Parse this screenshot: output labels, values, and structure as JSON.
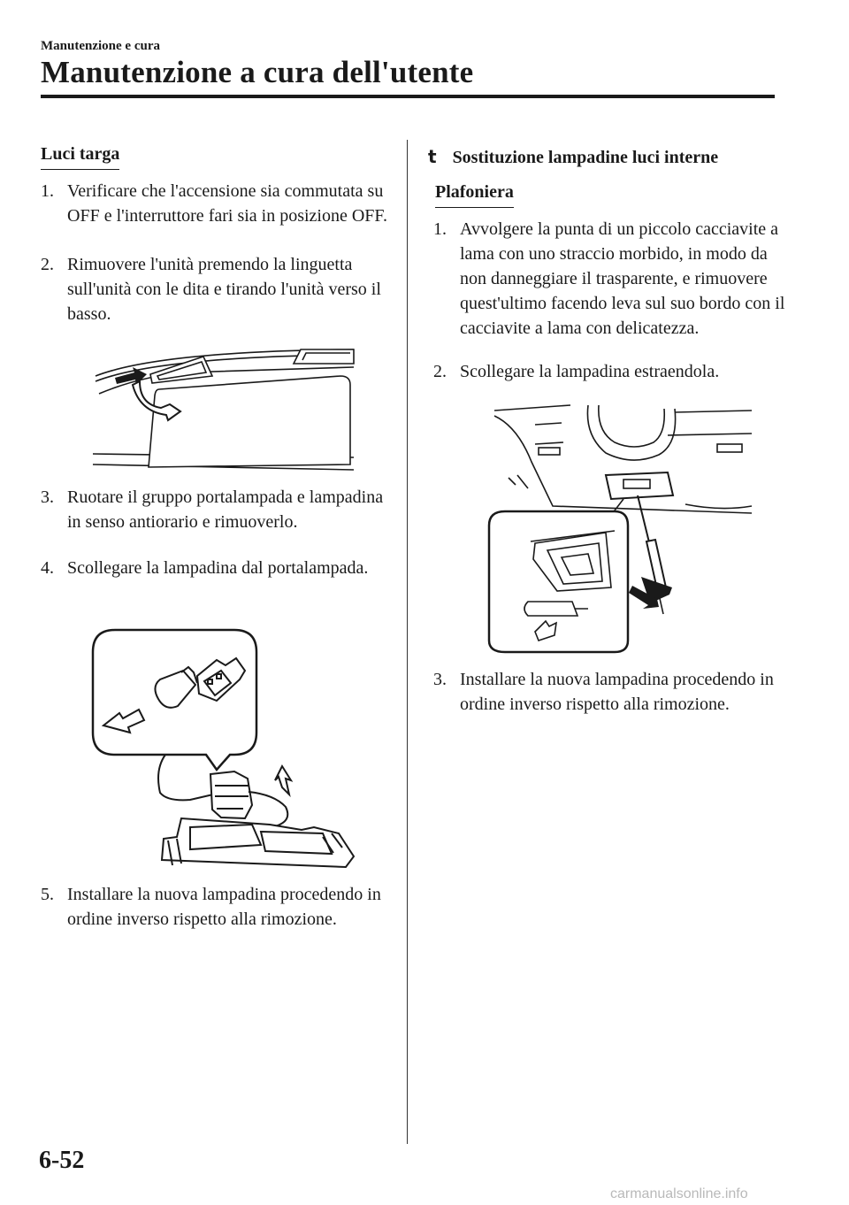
{
  "header": {
    "section": "Manutenzione e cura",
    "title": "Manutenzione a cura dell'utente"
  },
  "left": {
    "title": "Luci targa",
    "steps": [
      {
        "num": "1.",
        "text": "Verificare che l'accensione sia commutata su OFF e l'interruttore fari sia in posizione OFF."
      },
      {
        "num": "2.",
        "text": "Rimuovere l'unità premendo la linguetta sull'unità con le dita e tirando l'unità verso il basso."
      },
      {
        "num": "3.",
        "text": "Ruotare il gruppo portalampada e lampadina in senso antiorario e rimuoverlo."
      },
      {
        "num": "4.",
        "text": "Scollegare la lampadina dal portalampada."
      },
      {
        "num": "5.",
        "text": "Installare la nuova lampadina procedendo in ordine inverso rispetto alla rimozione."
      }
    ]
  },
  "right": {
    "bullet": "t",
    "heading": "Sostituzione lampadine luci interne",
    "subtitle": "Plafoniera",
    "steps": [
      {
        "num": "1.",
        "text": "Avvolgere la punta di un piccolo cacciavite a lama con uno straccio morbido, in modo da non danneggiare il trasparente, e rimuovere quest'ultimo facendo leva sul suo bordo con il cacciavite a lama con delicatezza."
      },
      {
        "num": "2.",
        "text": "Scollegare la lampadina estraendola."
      },
      {
        "num": "3.",
        "text": "Installare la nuova lampadina procedendo in ordine inverso rispetto alla rimozione."
      }
    ]
  },
  "footer": {
    "page_number": "6-52",
    "watermark": "carmanualsonline.info"
  }
}
